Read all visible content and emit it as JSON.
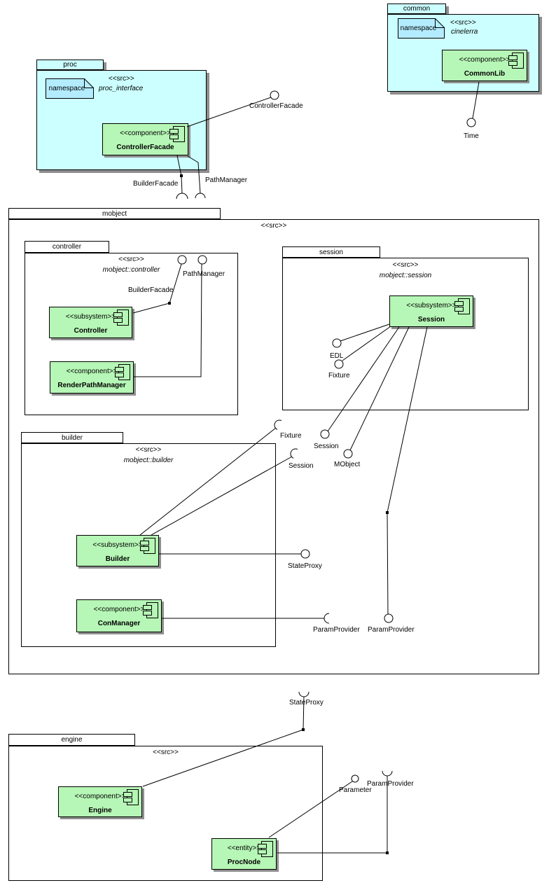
{
  "colors": {
    "package_fill": "#ccffff",
    "note_fill": "#b3ecff",
    "component_fill": "#b6f6b6",
    "shadow": "#8f8f8f",
    "line": "#000000",
    "background": "#ffffff"
  },
  "stereotypes": {
    "src": "<<src>>",
    "component": "<<component>>",
    "subsystem": "<<subsystem>>",
    "entity": "<<entity>>"
  },
  "packages": {
    "common": {
      "name": "common",
      "note": "namespace",
      "path": "cinelerra"
    },
    "proc": {
      "name": "proc",
      "note": "namespace",
      "path": "proc_interface"
    },
    "mobject": {
      "name": "mobject"
    },
    "controller": {
      "name": "controller",
      "path": "mobject::controller"
    },
    "session": {
      "name": "session",
      "path": "mobject::session"
    },
    "builder": {
      "name": "builder",
      "path": "mobject::builder"
    },
    "engine": {
      "name": "engine"
    }
  },
  "components": {
    "commonlib": {
      "stereotype": "<<component>>",
      "name": "CommonLib"
    },
    "controllerfacade": {
      "stereotype": "<<component>>",
      "name": "ControllerFacade"
    },
    "controller": {
      "stereotype": "<<subsystem>>",
      "name": "Controller"
    },
    "renderpathmanager": {
      "stereotype": "<<component>>",
      "name": "RenderPathManager"
    },
    "session": {
      "stereotype": "<<subsystem>>",
      "name": "Session"
    },
    "builder": {
      "stereotype": "<<subsystem>>",
      "name": "Builder"
    },
    "conmanager": {
      "stereotype": "<<component>>",
      "name": "ConManager"
    },
    "engine": {
      "stereotype": "<<component>>",
      "name": "Engine"
    },
    "procnode": {
      "stereotype": "<<entity>>",
      "name": "ProcNode"
    }
  },
  "interfaces": {
    "time": {
      "label": "Time",
      "kind": "ball"
    },
    "controllerfacade": {
      "label": "ControllerFacade",
      "kind": "ball"
    },
    "builderfacade_req": {
      "label": "BuilderFacade",
      "kind": "socket"
    },
    "pathmanager_req": {
      "label": "PathManager",
      "kind": "socket"
    },
    "builderfacade_prov": {
      "label": "BuilderFacade",
      "kind": "ball"
    },
    "pathmanager_prov": {
      "label": "PathManager",
      "kind": "ball"
    },
    "edl": {
      "label": "EDL",
      "kind": "ball"
    },
    "fixture_prov": {
      "label": "Fixture",
      "kind": "ball"
    },
    "fixture_req": {
      "label": "Fixture",
      "kind": "socket"
    },
    "session_prov": {
      "label": "Session",
      "kind": "ball"
    },
    "session_req": {
      "label": "Session",
      "kind": "socket"
    },
    "mobject_prov": {
      "label": "MObject",
      "kind": "ball"
    },
    "stateproxy_prov": {
      "label": "StateProxy",
      "kind": "ball"
    },
    "paramprovider_req_mid": {
      "label": "ParamProvider",
      "kind": "socket"
    },
    "paramprovider_prov": {
      "label": "ParamProvider",
      "kind": "ball"
    },
    "stateproxy_req": {
      "label": "StateProxy",
      "kind": "socket"
    },
    "parameter_prov": {
      "label": "Parameter",
      "kind": "ball"
    },
    "paramprovider_req_bottom": {
      "label": "ParamProvider",
      "kind": "socket"
    }
  }
}
